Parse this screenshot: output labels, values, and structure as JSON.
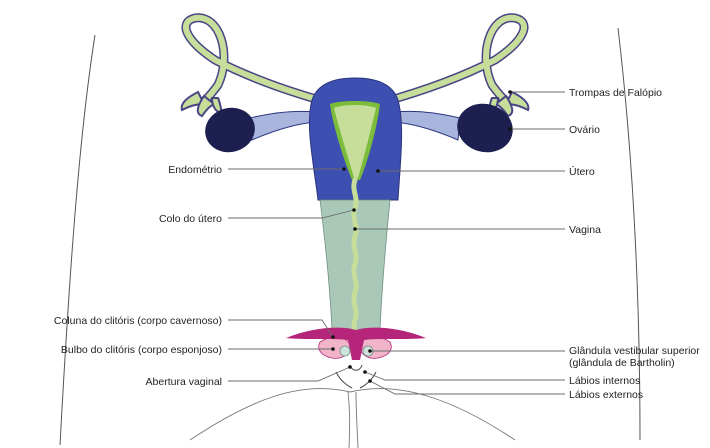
{
  "labels": {
    "trompas": "Trompas de Falópio",
    "ovario": "Ovário",
    "endometrio": "Endométrio",
    "utero": "Útero",
    "colo": "Colo do útero",
    "vagina": "Vagina",
    "coluna": "Coluna do clitóris (corpo cavernoso)",
    "bulbo": "Bulbo do clitóris (corpo esponjoso)",
    "glandula_1": "Glândula vestibular superior",
    "glandula_2": "(glândula de Bartholin)",
    "abertura": "Abertura vaginal",
    "labios_internos": "Lábios internos",
    "labios_externos": "Lábios externos"
  },
  "colors": {
    "uterus": "#3d4fb0",
    "uterus_outline": "#2c3580",
    "endometrium": "#c6de9a",
    "cavity": "#7bbd3a",
    "tube": "#c6de9a",
    "tube_outline": "#4a4585",
    "ovary": "#1c1f4f",
    "ligament": "#a8b6dd",
    "vagina": "#a9c8b8",
    "clitoris": "#b5257a",
    "bulb": "#f1b4c9",
    "gland": "#cfe3dd"
  }
}
